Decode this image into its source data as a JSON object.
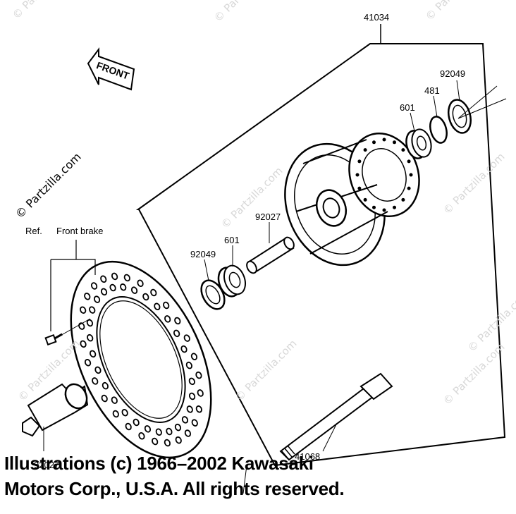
{
  "watermark": "© Partzilla.com",
  "front_arrow": "FRONT",
  "labels": {
    "hub": "41034",
    "seal_right": "92049",
    "circlip": "481",
    "bearing_right": "601",
    "spacer": "92027",
    "bearing_left": "601",
    "seal_left": "92049",
    "ref": "Ref.",
    "front_brake": "Front brake",
    "collar": "92027",
    "axle": "41068"
  },
  "copyright": {
    "line1": "Illustrations (c) 1966–2002 Kawasaki",
    "line2": "Motors Corp., U.S.A.  All rights reserved."
  }
}
